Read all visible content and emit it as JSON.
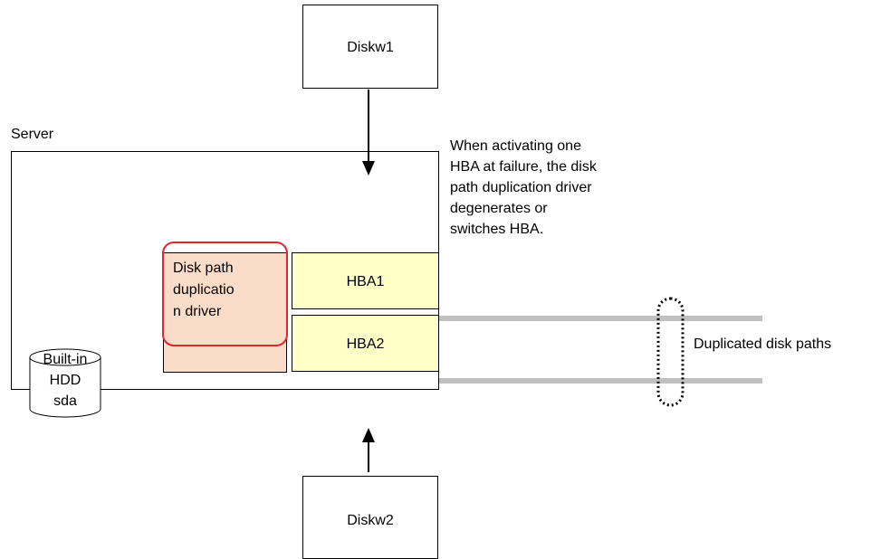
{
  "disk_top": {
    "label": "Diskw1"
  },
  "disk_bottom": {
    "label": "Diskw2"
  },
  "server": {
    "label": "Server"
  },
  "driver": {
    "lines": [
      "Disk path",
      "duplicatio",
      "n driver"
    ]
  },
  "hba1": {
    "label": "HBA1"
  },
  "hba2": {
    "label": "HBA2"
  },
  "hdd": {
    "lines": [
      "Built-in",
      "HDD",
      "sda"
    ]
  },
  "note": {
    "lines": [
      "When activating one",
      "HBA at failure, the disk",
      "path duplication driver",
      "degenerates or",
      "switches HBA."
    ]
  },
  "paths_label": "Duplicated disk paths",
  "colors": {
    "driver_fill": "#fbdcc8",
    "hba_fill": "#ffffc8",
    "highlight": "#e2262b",
    "path_line": "#c0c0c0"
  }
}
